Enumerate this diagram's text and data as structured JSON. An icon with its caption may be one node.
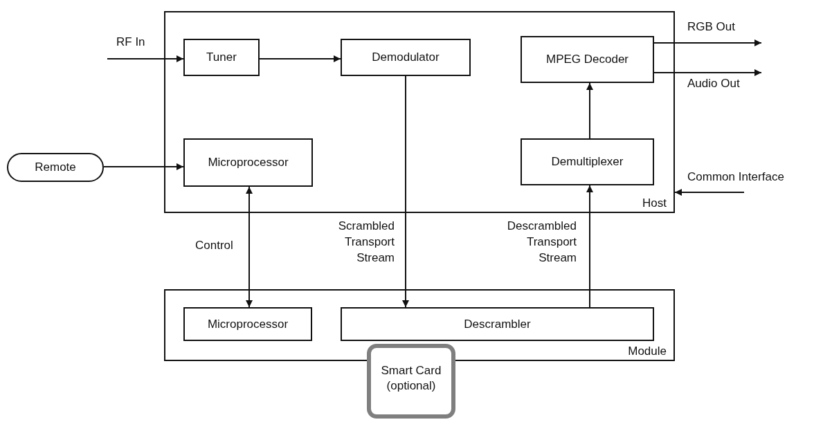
{
  "diagram": {
    "nodes": [
      {
        "text": [
          "Host"
        ]
      },
      {
        "text": [
          "Tuner"
        ],
        "in": 0
      },
      {
        "text": [
          "Demodulator"
        ],
        "in": 0
      },
      {
        "text": [
          "MPEG Decoder"
        ],
        "in": 0
      },
      {
        "text": [
          "Remote"
        ]
      },
      {
        "text": [
          "Microprocessor"
        ],
        "in": 0
      },
      {
        "text": [
          "Demultiplexer"
        ],
        "in": 0
      },
      {
        "text": [
          "Common Interface"
        ]
      },
      {
        "text": [
          "Module"
        ]
      },
      {
        "text": [
          "Microprocessor"
        ],
        "in": 8
      },
      {
        "text": [
          "Descrambler"
        ],
        "in": 8
      },
      {
        "text": [
          "Smart Card (optional)"
        ]
      }
    ],
    "edges": [
      {
        "from": null,
        "to": 1,
        "arrow": "to",
        "label": "RF In"
      },
      {
        "from": 1,
        "to": 2,
        "arrow": "to"
      },
      {
        "from": 2,
        "to": 10,
        "arrow": "to",
        "label": "Scrambled Transport Stream"
      },
      {
        "from": 10,
        "to": 6,
        "arrow": "to",
        "label": "Descrambled Transport Stream"
      },
      {
        "from": 6,
        "to": 3,
        "arrow": "to"
      },
      {
        "from": 3,
        "to": null,
        "arrow": "to",
        "label": "RGB Out"
      },
      {
        "from": 3,
        "to": null,
        "arrow": "to",
        "label": "Audio Out"
      },
      {
        "from": 4,
        "to": 5,
        "arrow": "to"
      },
      {
        "from": 5,
        "to": 9,
        "arrow": "both",
        "label": "Control"
      },
      {
        "from": 7,
        "to": 0,
        "arrow": "to"
      }
    ]
  }
}
